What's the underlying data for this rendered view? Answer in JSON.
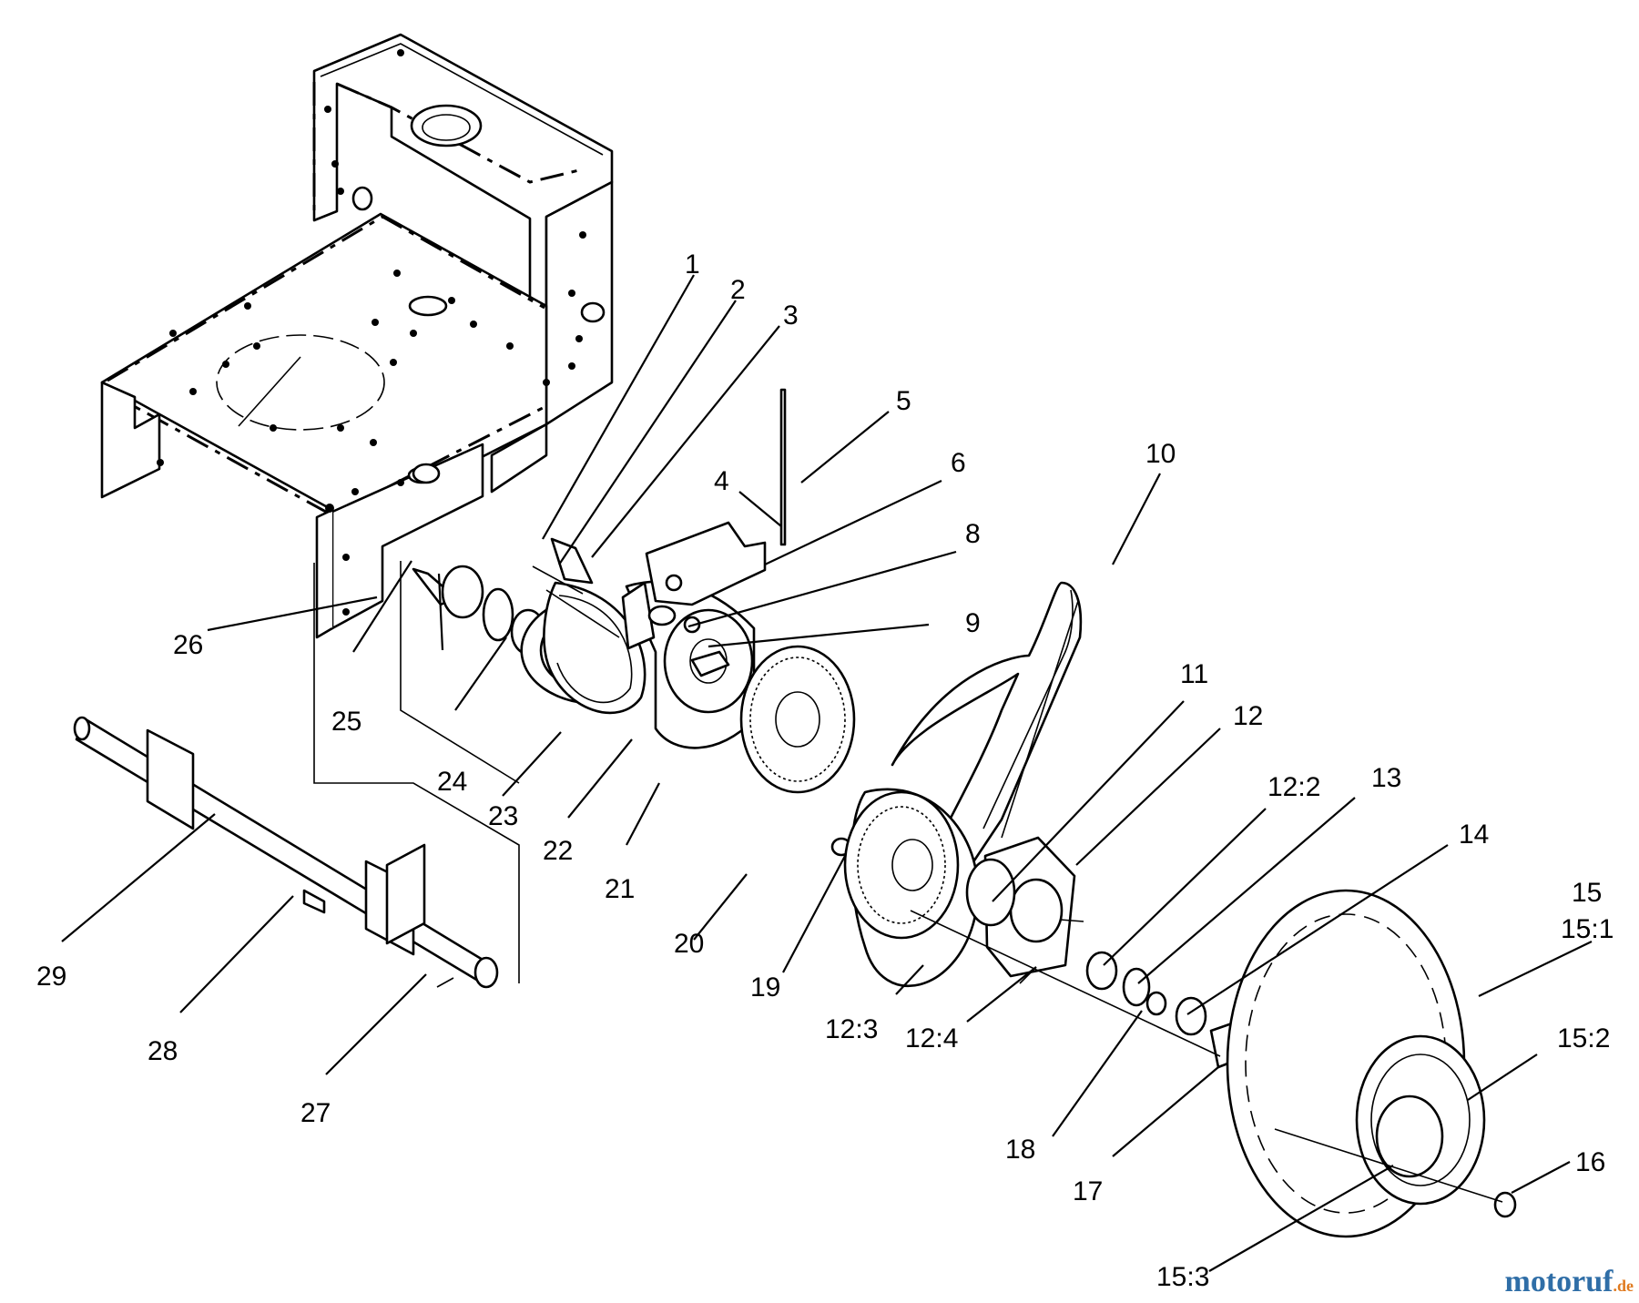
{
  "labels": [
    "1",
    "2",
    "3",
    "4",
    "5",
    "6",
    "8",
    "9",
    "10",
    "11",
    "12",
    "12:2",
    "13",
    "14",
    "15",
    "15:1",
    "15:2",
    "15:3",
    "16",
    "17",
    "18",
    "12:4",
    "12:3",
    "19",
    "20",
    "21",
    "22",
    "23",
    "24",
    "25",
    "26",
    "27",
    "28",
    "29"
  ],
  "watermark": {
    "text_a": "motoruf",
    "text_b": ".de",
    "color_a": "#2f6ea7",
    "color_b": "#e07a1f"
  }
}
